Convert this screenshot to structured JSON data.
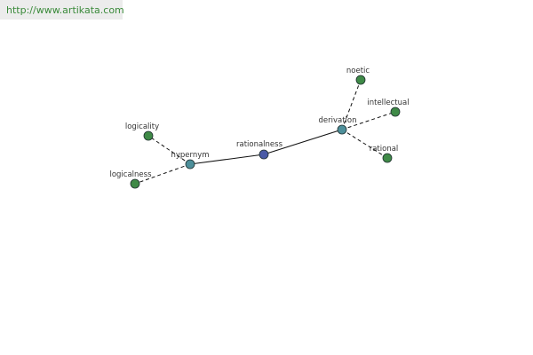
{
  "source_link": "http://www.artikata.com",
  "colors": {
    "center_node": "#4a5aa6",
    "relation_node": "#4d8f9a",
    "word_node": "#3f8a47",
    "node_stroke": "#1f2f2f",
    "edge": "#111111",
    "link_text": "#3a8a3a"
  },
  "graph": {
    "nodes": [
      {
        "id": "rationalness",
        "label": "rationalness",
        "kind": "center"
      },
      {
        "id": "hypernym",
        "label": "hypernym",
        "kind": "relation"
      },
      {
        "id": "derivation",
        "label": "derivation",
        "kind": "relation"
      },
      {
        "id": "logicality",
        "label": "logicality",
        "kind": "word"
      },
      {
        "id": "logicalness",
        "label": "logicalness",
        "kind": "word"
      },
      {
        "id": "noetic",
        "label": "noetic",
        "kind": "word"
      },
      {
        "id": "intellectual",
        "label": "intellectual",
        "kind": "word"
      },
      {
        "id": "rational",
        "label": "rational",
        "kind": "word"
      }
    ],
    "edges": [
      {
        "from": "rationalness",
        "to": "hypernym",
        "style": "solid"
      },
      {
        "from": "rationalness",
        "to": "derivation",
        "style": "solid"
      },
      {
        "from": "hypernym",
        "to": "logicality",
        "style": "dashed"
      },
      {
        "from": "hypernym",
        "to": "logicalness",
        "style": "dashed"
      },
      {
        "from": "derivation",
        "to": "noetic",
        "style": "dashed"
      },
      {
        "from": "derivation",
        "to": "intellectual",
        "style": "dashed"
      },
      {
        "from": "derivation",
        "to": "rational",
        "style": "dashed"
      }
    ]
  }
}
